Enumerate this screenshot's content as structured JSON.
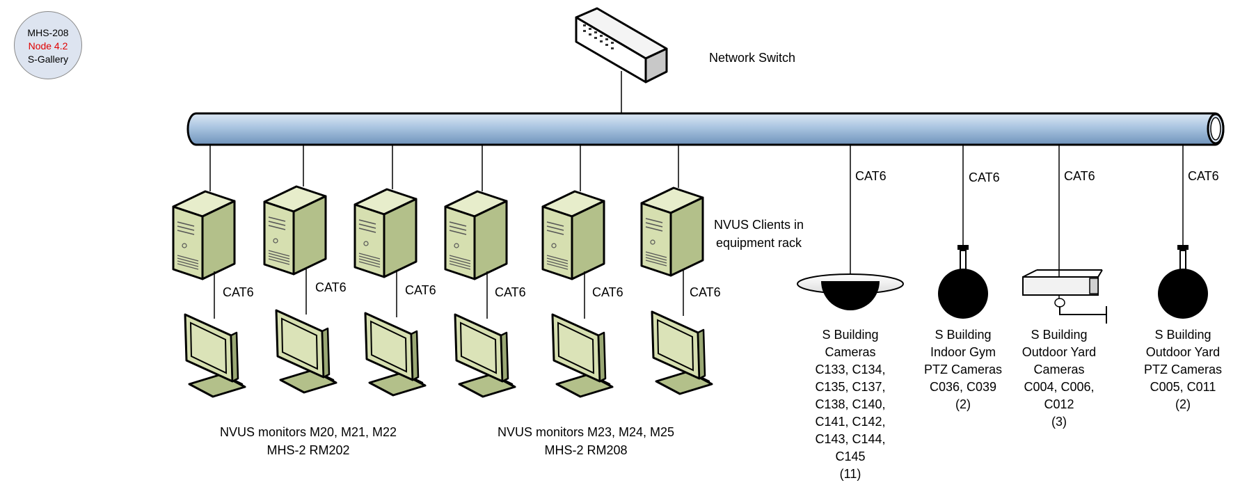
{
  "badge": {
    "line1": "MHS-208",
    "line2": "Node 4.2",
    "line3": "S-Gallery"
  },
  "switch_label": "Network Switch",
  "clients_label": [
    "NVUS Clients in",
    "equipment rack"
  ],
  "cable_label": "CAT6",
  "monitor_groups": [
    {
      "line1": "NVUS monitors M20, M21, M22",
      "line2": "MHS-2 RM202"
    },
    {
      "line1": "NVUS monitors M23, M24, M25",
      "line2": "MHS-2 RM208"
    }
  ],
  "camera_groups": [
    {
      "lines": [
        "S Building",
        "Cameras",
        "C133, C134,",
        "C135, C137,",
        "C138, C140,",
        "C141, C142,",
        "C143, C144,",
        "C145",
        "(11)"
      ]
    },
    {
      "lines": [
        "S Building",
        "Indoor Gym",
        "PTZ Cameras",
        "C036, C039",
        "(2)"
      ]
    },
    {
      "lines": [
        "S Building",
        "Outdoor Yard",
        "Cameras",
        "C004, C006,",
        "C012",
        "(3)"
      ]
    },
    {
      "lines": [
        "S Building",
        "Outdoor Yard",
        "PTZ Cameras",
        "C005, C011",
        "(2)"
      ]
    }
  ],
  "colors": {
    "bus": "#a9c4e0",
    "device": "#d6dfb0",
    "device_dark": "#b3c08a",
    "camera": "#000000",
    "badge_accent": "#e00000"
  }
}
